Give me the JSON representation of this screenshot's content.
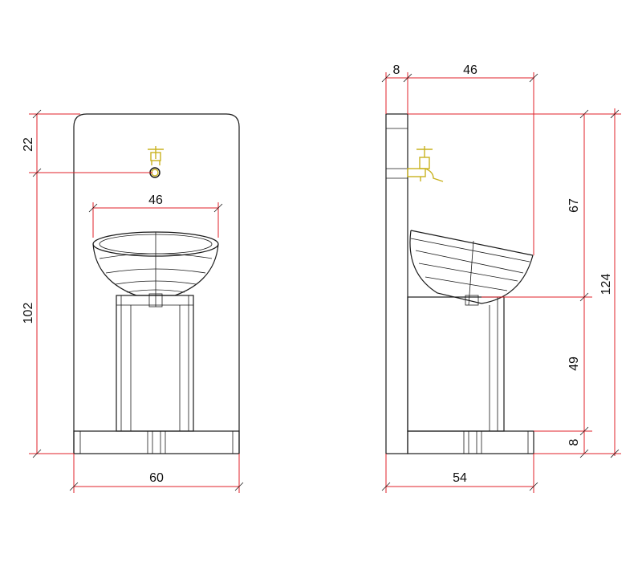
{
  "colors": {
    "dimension_line": "#e0222a",
    "outline": "#1a1a1a",
    "tap": "#c9b21e",
    "background": "#ffffff"
  },
  "front_view": {
    "dims": {
      "top_to_tap": "22",
      "tap_to_floor": "102",
      "basin_width": "46",
      "total_width": "60"
    }
  },
  "side_view": {
    "dims": {
      "panel_depth": "8",
      "basin_depth": "46",
      "top_to_basin": "67",
      "total_height": "124",
      "basin_to_base": "49",
      "base_height": "8",
      "total_depth": "54"
    }
  }
}
